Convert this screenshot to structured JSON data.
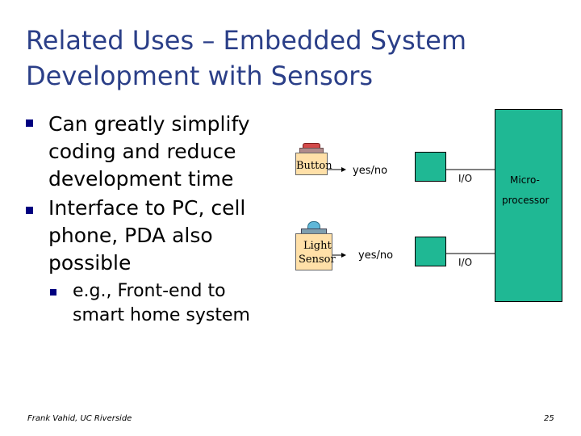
{
  "title": {
    "line1": "Related Uses – Embedded System",
    "line2": "Development with Sensors"
  },
  "bullets": [
    {
      "lines": [
        "Can greatly simplify",
        "coding and reduce",
        "development time"
      ]
    },
    {
      "lines": [
        "Interface to PC, cell",
        "phone, PDA also",
        "possible"
      ]
    }
  ],
  "sub_bullet": {
    "lines": [
      "e.g., Front-end to",
      "smart home system"
    ]
  },
  "diagram": {
    "button": {
      "label": "Button"
    },
    "light_sensor": {
      "label_line1": "Light",
      "label_line2": "Sensor"
    },
    "signal_top": "yes/no",
    "signal_bottom": "yes/no",
    "io_top": "I/O",
    "io_bottom": "I/O",
    "processor": {
      "line1": "Micro-",
      "line2": "processor"
    }
  },
  "footer": {
    "author": "Frank Vahid, UC Riverside",
    "page": "25"
  },
  "colors": {
    "title": "#2b3f88",
    "bullet": "#000080",
    "block": "#1fb894"
  }
}
